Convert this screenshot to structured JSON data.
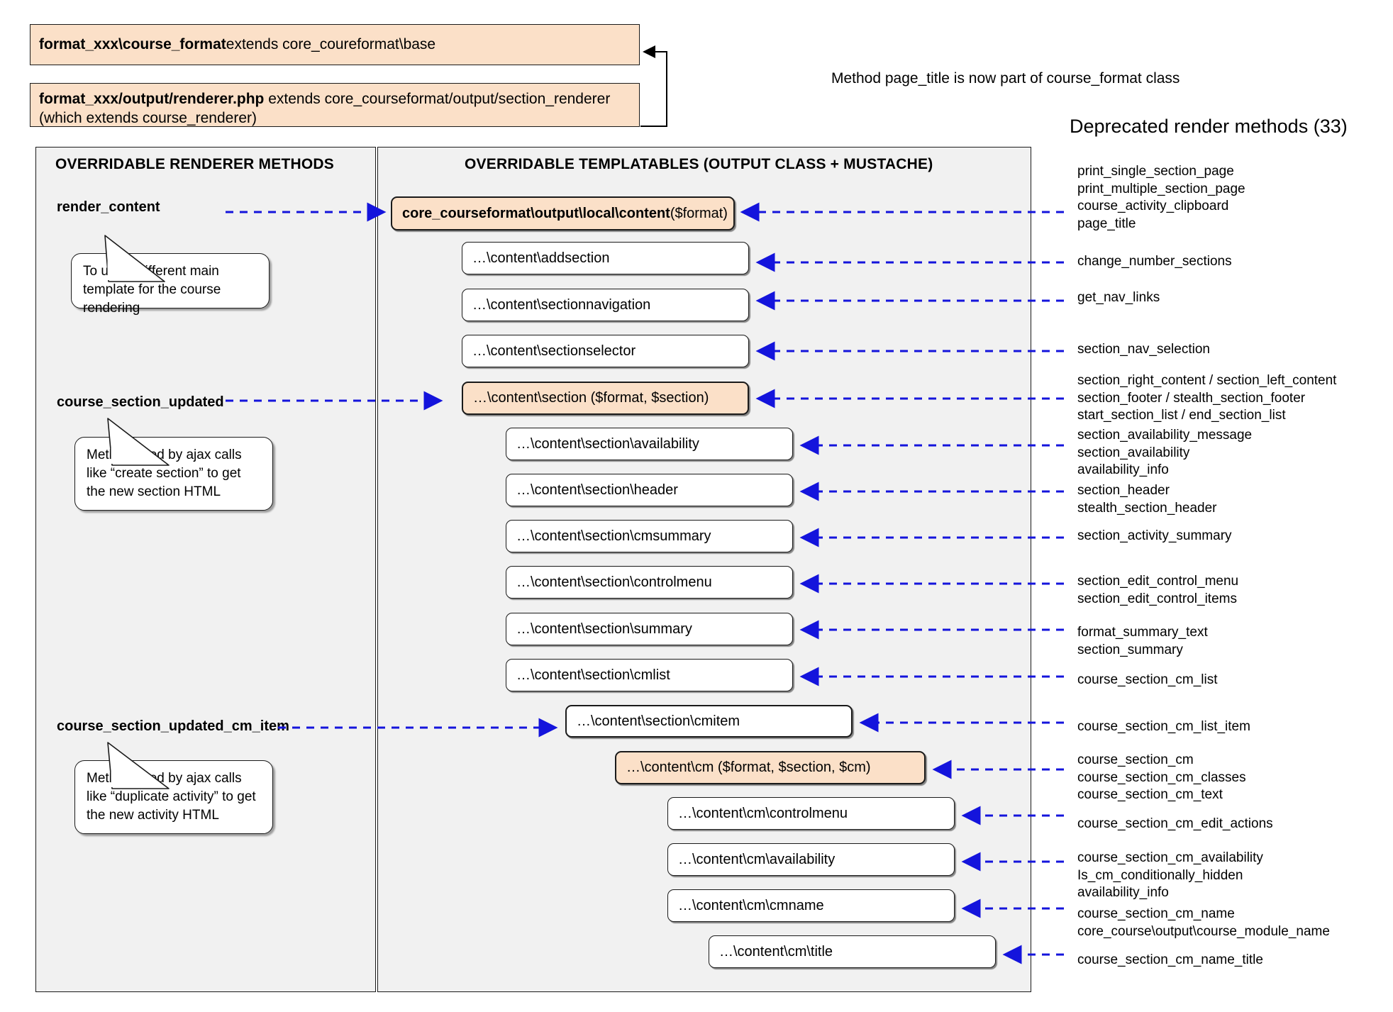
{
  "header": {
    "class_box_1": {
      "bold": "format_xxx\\course_format",
      "rest": " extends core_coureformat\\base"
    },
    "class_box_2": {
      "bold": "format_xxx/output/renderer.php",
      "rest": " extends core_courseformat/output/section_renderer (which extends course_renderer)"
    },
    "annotation": "Method page_title is now part of course_format class"
  },
  "left_panel": {
    "title": "OVERRIDABLE RENDERER METHODS",
    "methods": [
      {
        "name": "render_content",
        "note": "To use a different main template for the course rendering"
      },
      {
        "name": "course_section_updated",
        "note": "Method used by ajax calls like “create section” to get the new section HTML"
      },
      {
        "name": "course_section_updated_cm_item",
        "note": "Method used by ajax calls like “duplicate activity” to get the new activity HTML"
      }
    ]
  },
  "center_panel": {
    "title": "OVERRIDABLE TEMPLATABLES (OUTPUT CLASS + MUSTACHE)",
    "boxes": [
      {
        "bold": "core_courseformat\\output\\local\\content",
        "rest": " ($format)",
        "style": "peach"
      },
      {
        "bold": "",
        "rest": "…\\content\\addsection",
        "style": "plain"
      },
      {
        "bold": "",
        "rest": "…\\content\\sectionnavigation",
        "style": "plain"
      },
      {
        "bold": "",
        "rest": "…\\content\\sectionselector",
        "style": "plain"
      },
      {
        "bold": "",
        "rest": "…\\content\\section ($format, $section)",
        "style": "peach"
      },
      {
        "bold": "",
        "rest": "…\\content\\section\\availability",
        "style": "plain"
      },
      {
        "bold": "",
        "rest": "…\\content\\section\\header",
        "style": "plain"
      },
      {
        "bold": "",
        "rest": "…\\content\\section\\cmsummary",
        "style": "plain"
      },
      {
        "bold": "",
        "rest": "…\\content\\section\\controlmenu",
        "style": "plain"
      },
      {
        "bold": "",
        "rest": "…\\content\\section\\summary",
        "style": "plain"
      },
      {
        "bold": "",
        "rest": "…\\content\\section\\cmlist",
        "style": "plain"
      },
      {
        "bold": "",
        "rest": "…\\content\\section\\cmitem",
        "style": "plain"
      },
      {
        "bold": "",
        "rest": "…\\content\\cm ($format, $section, $cm)",
        "style": "peach"
      },
      {
        "bold": "",
        "rest": "…\\content\\cm\\controlmenu",
        "style": "plain"
      },
      {
        "bold": "",
        "rest": "…\\content\\cm\\availability",
        "style": "plain"
      },
      {
        "bold": "",
        "rest": "…\\content\\cm\\cmname",
        "style": "plain"
      },
      {
        "bold": "",
        "rest": "…\\content\\cm\\title",
        "style": "plain"
      }
    ]
  },
  "right_panel": {
    "title": "Deprecated render methods (33)",
    "groups": [
      {
        "lines": [
          "print_single_section_page",
          "print_multiple_section_page",
          "course_activity_clipboard",
          "page_title"
        ]
      },
      {
        "lines": [
          "change_number_sections"
        ]
      },
      {
        "lines": [
          "get_nav_links"
        ]
      },
      {
        "lines": [
          "section_nav_selection"
        ]
      },
      {
        "lines": [
          "section_right_content / section_left_content",
          "section_footer / stealth_section_footer",
          "start_section_list / end_section_list"
        ]
      },
      {
        "lines": [
          "section_availability_message",
          "section_availability",
          "availability_info"
        ]
      },
      {
        "lines": [
          "section_header",
          "stealth_section_header"
        ]
      },
      {
        "lines": [
          "section_activity_summary"
        ]
      },
      {
        "lines": [
          "section_edit_control_menu",
          "section_edit_control_items"
        ]
      },
      {
        "lines": [
          "format_summary_text",
          "section_summary"
        ]
      },
      {
        "lines": [
          "course_section_cm_list"
        ]
      },
      {
        "lines": [
          "course_section_cm_list_item"
        ]
      },
      {
        "lines": [
          "course_section_cm",
          "course_section_cm_classes",
          "course_section_cm_text"
        ]
      },
      {
        "lines": [
          "course_section_cm_edit_actions"
        ]
      },
      {
        "lines": [
          "course_section_cm_availability",
          "Is_cm_conditionally_hidden",
          "availability_info"
        ]
      },
      {
        "lines": [
          "course_section_cm_name",
          "core_course\\output\\course_module_name"
        ]
      },
      {
        "lines": [
          "course_section_cm_name_title"
        ]
      }
    ]
  },
  "colors": {
    "peach_fill": "#fbe0c8",
    "panel_fill": "#f1f1f1",
    "connector_blue": "#1414dc",
    "outline": "#1a1a1a"
  }
}
